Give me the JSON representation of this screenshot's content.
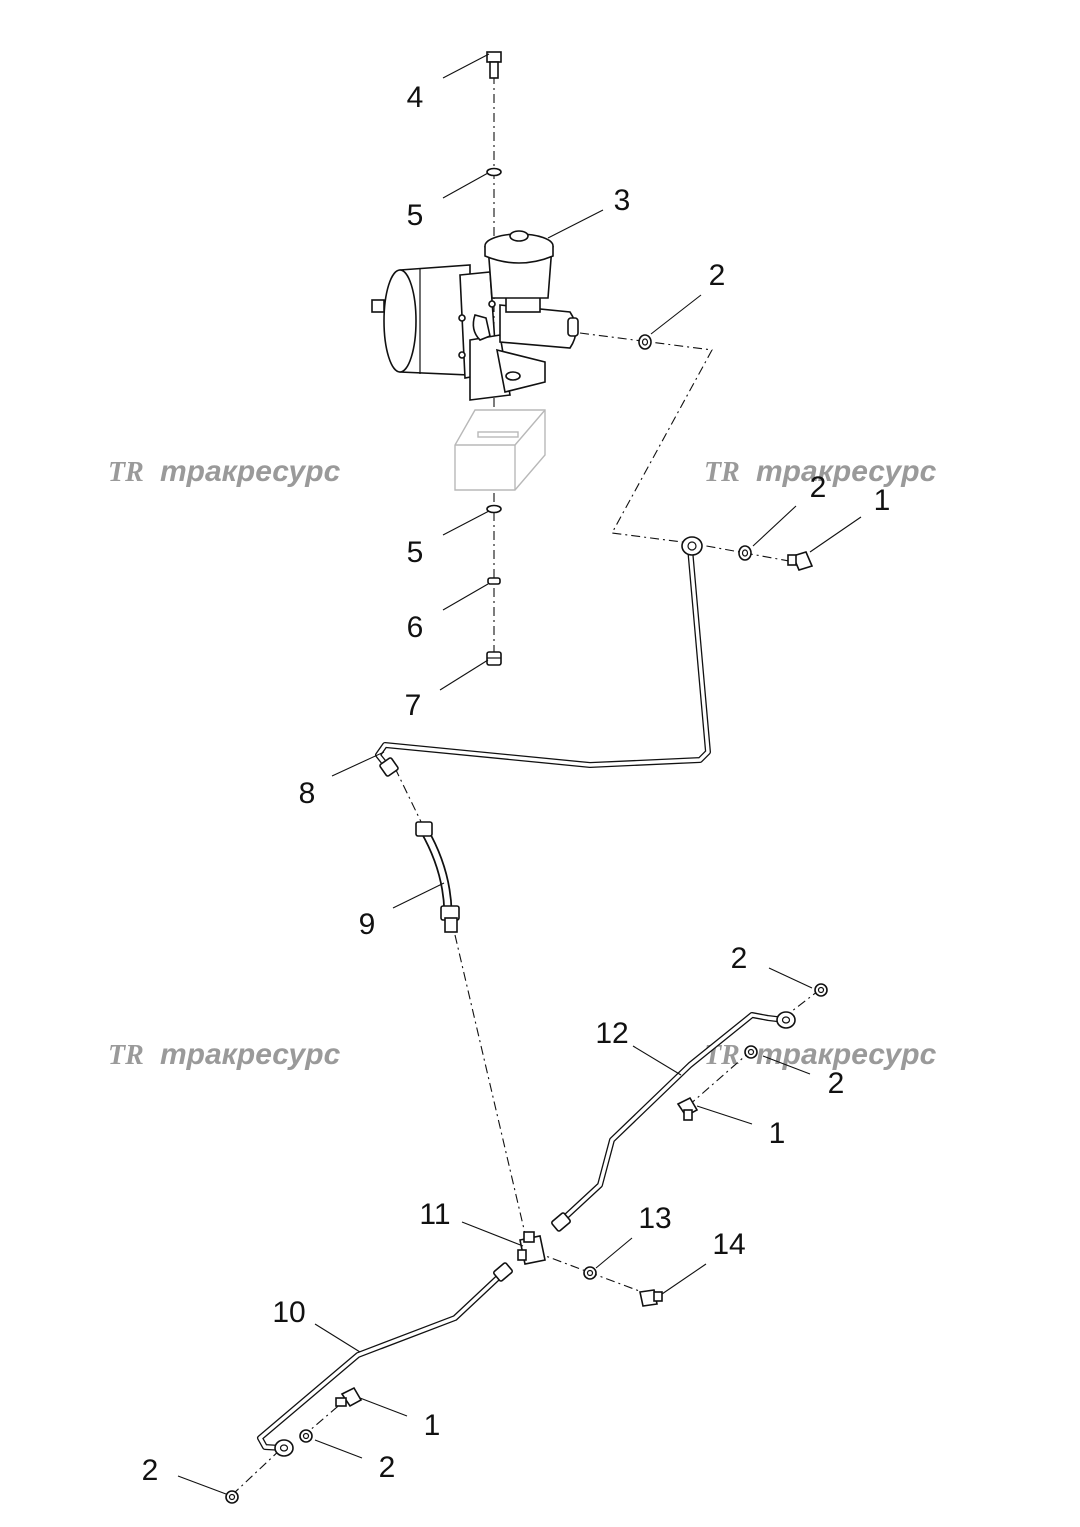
{
  "diagram": {
    "watermark_text": "тракресурс",
    "watermark_logo": "TR",
    "labels": [
      {
        "id": "l4",
        "text": "4"
      },
      {
        "id": "l5a",
        "text": "5"
      },
      {
        "id": "l3",
        "text": "3"
      },
      {
        "id": "l2a",
        "text": "2"
      },
      {
        "id": "l2b",
        "text": "2"
      },
      {
        "id": "l1a",
        "text": "1"
      },
      {
        "id": "l5b",
        "text": "5"
      },
      {
        "id": "l6",
        "text": "6"
      },
      {
        "id": "l7",
        "text": "7"
      },
      {
        "id": "l8",
        "text": "8"
      },
      {
        "id": "l9",
        "text": "9"
      },
      {
        "id": "l2c",
        "text": "2"
      },
      {
        "id": "l12",
        "text": "12"
      },
      {
        "id": "l2d",
        "text": "2"
      },
      {
        "id": "l1b",
        "text": "1"
      },
      {
        "id": "l11",
        "text": "11"
      },
      {
        "id": "l13",
        "text": "13"
      },
      {
        "id": "l14",
        "text": "14"
      },
      {
        "id": "l10",
        "text": "10"
      },
      {
        "id": "l1c",
        "text": "1"
      },
      {
        "id": "l2e",
        "text": "2"
      },
      {
        "id": "l2f",
        "text": "2"
      }
    ]
  }
}
